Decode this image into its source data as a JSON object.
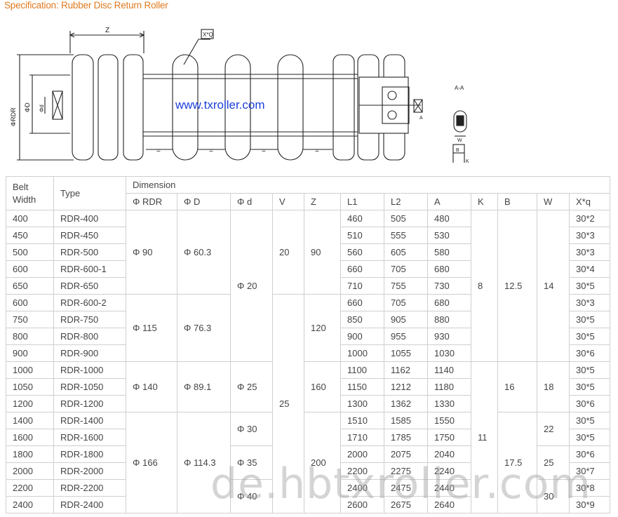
{
  "title": "Specification: Rubber Disc Return Roller",
  "website": "www.txroller.com",
  "watermark": "de.hbtxroller.com",
  "drawing_labels": {
    "z": "Z",
    "xq": "X*Q",
    "rdr": "ΦRDR",
    "d_outer": "ΦD",
    "d_inner": "Φd",
    "eq": "=",
    "section": "A-A",
    "a": "A",
    "w": "W",
    "b": "B",
    "k": "K"
  },
  "header": {
    "belt_width": "Belt Width",
    "type": "Type",
    "dimension": "Dimension",
    "cols": [
      "Φ RDR",
      "Φ D",
      "Φ d",
      "V",
      "Z",
      "L1",
      "L2",
      "A",
      "K",
      "B",
      "W",
      "X*q"
    ]
  },
  "rows": [
    {
      "bw": "400",
      "type": "RDR-400",
      "l1": "460",
      "l2": "505",
      "a": "480",
      "xq": "30*2"
    },
    {
      "bw": "450",
      "type": "RDR-450",
      "l1": "510",
      "l2": "555",
      "a": "530",
      "xq": "30*3"
    },
    {
      "bw": "500",
      "type": "RDR-500",
      "l1": "560",
      "l2": "605",
      "a": "580",
      "xq": "30*3"
    },
    {
      "bw": "600",
      "type": "RDR-600-1",
      "l1": "660",
      "l2": "705",
      "a": "680",
      "xq": "30*4"
    },
    {
      "bw": "650",
      "type": "RDR-650",
      "l1": "710",
      "l2": "755",
      "a": "730",
      "xq": "30*5"
    },
    {
      "bw": "600",
      "type": "RDR-600-2",
      "l1": "660",
      "l2": "705",
      "a": "680",
      "xq": "30*3"
    },
    {
      "bw": "750",
      "type": "RDR-750",
      "l1": "850",
      "l2": "905",
      "a": "880",
      "xq": "30*5"
    },
    {
      "bw": "800",
      "type": "RDR-800",
      "l1": "900",
      "l2": "955",
      "a": "930",
      "xq": "30*5"
    },
    {
      "bw": "900",
      "type": "RDR-900",
      "l1": "1000",
      "l2": "1055",
      "a": "1030",
      "xq": "30*6"
    },
    {
      "bw": "1000",
      "type": "RDR-1000",
      "l1": "1100",
      "l2": "1162",
      "a": "1140",
      "xq": "30*5"
    },
    {
      "bw": "1050",
      "type": "RDR-1050",
      "l1": "1150",
      "l2": "1212",
      "a": "1180",
      "xq": "30*5"
    },
    {
      "bw": "1200",
      "type": "RDR-1200",
      "l1": "1300",
      "l2": "1362",
      "a": "1330",
      "xq": "30*6"
    },
    {
      "bw": "1400",
      "type": "RDR-1400",
      "l1": "1510",
      "l2": "1585",
      "a": "1550",
      "xq": "30*5"
    },
    {
      "bw": "1600",
      "type": "RDR-1600",
      "l1": "1710",
      "l2": "1785",
      "a": "1750",
      "xq": "30*5"
    },
    {
      "bw": "1800",
      "type": "RDR-1800",
      "l1": "2000",
      "l2": "2075",
      "a": "2040",
      "xq": "30*6"
    },
    {
      "bw": "2000",
      "type": "RDR-2000",
      "l1": "2200",
      "l2": "2275",
      "a": "2240",
      "xq": "30*7"
    },
    {
      "bw": "2200",
      "type": "RDR-2200",
      "l1": "2400",
      "l2": "2475",
      "a": "2440",
      "xq": "30*8"
    },
    {
      "bw": "2400",
      "type": "RDR-2400",
      "l1": "2600",
      "l2": "2675",
      "a": "2640",
      "xq": "30*9"
    }
  ],
  "groups": {
    "rdr": [
      {
        "start": 0,
        "span": 5,
        "val": "Φ 90"
      },
      {
        "start": 5,
        "span": 4,
        "val": "Φ 115"
      },
      {
        "start": 9,
        "span": 3,
        "val": "Φ 140"
      },
      {
        "start": 12,
        "span": 6,
        "val": "Φ 166"
      }
    ],
    "D": [
      {
        "start": 0,
        "span": 5,
        "val": "Φ 60.3"
      },
      {
        "start": 5,
        "span": 4,
        "val": "Φ 76.3"
      },
      {
        "start": 9,
        "span": 3,
        "val": "Φ 89.1"
      },
      {
        "start": 12,
        "span": 6,
        "val": "Φ 114.3"
      }
    ],
    "d": [
      {
        "start": 0,
        "span": 9,
        "val": "Φ 20"
      },
      {
        "start": 9,
        "span": 3,
        "val": "Φ 25"
      },
      {
        "start": 12,
        "span": 2,
        "val": "Φ 30"
      },
      {
        "start": 14,
        "span": 2,
        "val": "Φ 35"
      },
      {
        "start": 16,
        "span": 2,
        "val": "Φ 40"
      }
    ],
    "V": [
      {
        "start": 0,
        "span": 5,
        "val": "20"
      },
      {
        "start": 5,
        "span": 13,
        "val": "25"
      }
    ],
    "Z": [
      {
        "start": 0,
        "span": 5,
        "val": "90"
      },
      {
        "start": 5,
        "span": 4,
        "val": "120"
      },
      {
        "start": 9,
        "span": 3,
        "val": "160"
      },
      {
        "start": 12,
        "span": 6,
        "val": "200"
      }
    ],
    "K": [
      {
        "start": 0,
        "span": 9,
        "val": "8"
      },
      {
        "start": 9,
        "span": 9,
        "val": "11"
      }
    ],
    "B": [
      {
        "start": 0,
        "span": 9,
        "val": "12.5"
      },
      {
        "start": 9,
        "span": 3,
        "val": "16"
      },
      {
        "start": 12,
        "span": 6,
        "val": "17.5"
      }
    ],
    "W": [
      {
        "start": 0,
        "span": 9,
        "val": "14"
      },
      {
        "start": 9,
        "span": 3,
        "val": "18"
      },
      {
        "start": 12,
        "span": 2,
        "val": "22"
      },
      {
        "start": 14,
        "span": 2,
        "val": "25"
      },
      {
        "start": 16,
        "span": 2,
        "val": "30"
      }
    ]
  }
}
